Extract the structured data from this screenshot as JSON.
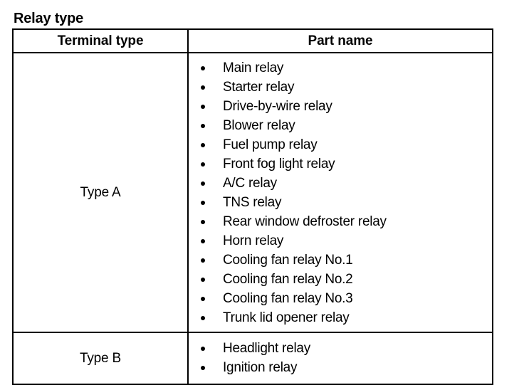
{
  "page": {
    "title": "Relay type"
  },
  "table": {
    "headers": {
      "terminal_type": "Terminal type",
      "part_name": "Part name"
    },
    "rows": [
      {
        "terminal_type": "Type A",
        "parts": [
          "Main relay",
          "Starter relay",
          "Drive-by-wire relay",
          "Blower relay",
          "Fuel pump relay",
          "Front fog light relay",
          "A/C relay",
          "TNS relay",
          "Rear window defroster relay",
          "Horn relay",
          "Cooling fan relay No.1",
          "Cooling fan relay No.2",
          "Cooling fan relay No.3",
          "Trunk lid opener relay"
        ]
      },
      {
        "terminal_type": "Type B",
        "parts": [
          "Headlight relay",
          "Ignition relay"
        ]
      }
    ]
  },
  "colors": {
    "text": "#000000",
    "background": "#ffffff",
    "border": "#000000"
  }
}
